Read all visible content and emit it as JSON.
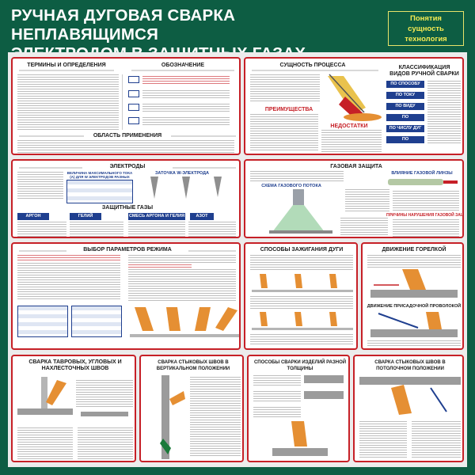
{
  "header": {
    "title_line1": "РУЧНАЯ ДУГОВАЯ СВАРКА НЕПЛАВЯЩИМСЯ",
    "title_line2": "ЭЛЕКТРОДОМ В ЗАЩИТНЫХ ГАЗАХ",
    "tag": [
      "Понятия",
      "сущность",
      "технология"
    ]
  },
  "sections": {
    "terms": "ТЕРМИНЫ И ОПРЕДЕЛЕНИЯ",
    "designation": "ОБОЗНАЧЕНИЕ",
    "scope": "ОБЛАСТЬ ПРИМЕНЕНИЯ",
    "essence": "СУЩНОСТЬ ПРОЦЕССА",
    "advantages": "ПРЕИМУЩЕСТВА",
    "disadvantages": "НЕДОСТАТКИ",
    "classification": "КЛАССИФИКАЦИЯ ВИДОВ РУЧНОЙ СВАРКИ",
    "electrodes": "ЭЛЕКТРОДЫ",
    "shielding_gases": "ЗАЩИТНЫЕ ГАЗЫ",
    "gas_protection": "ГАЗОВАЯ ЗАЩИТА",
    "gas_flow_scheme": "СХЕМА ГАЗОВОГО ПОТОКА",
    "gas_lens_effect": "ВЛИЯНИЕ ГАЗОВОЙ ЛИНЗЫ",
    "gas_violation": "ПРИЧИНЫ НАРУШЕНИЯ ГАЗОВОЙ ЗАЩИТЫ",
    "mode_params": "ВЫБОР ПАРАМЕТРОВ РЕЖИМА",
    "arc_ignition": "СПОСОБЫ ЗАЖИГАНИЯ ДУГИ",
    "torch_movement": "ДВИЖЕНИЕ ГОРЕЛКОЙ",
    "filler_movement": "ДВИЖЕНИЕ ПРИСАДОЧНОЙ ПРОВОЛОКОЙ",
    "tee_welds": "СВАРКА ТАВРОВЫХ, УГЛОВЫХ И НАХЛЕСТОЧНЫХ ШВОВ",
    "vertical_welds": "СВАРКА СТЫКОВЫХ ШВОВ В ВЕРТИКАЛЬНОМ ПОЛОЖЕНИИ",
    "diff_thickness": "СПОСОБЫ СВАРКИ ИЗДЕЛИЙ РАЗНОЙ ТОЛЩИНЫ",
    "overhead_welds": "СВАРКА СТЫКОВЫХ ШВОВ В ПОТОЛОЧНОМ ПОЛОЖЕНИИ"
  },
  "electrode_sub": {
    "diam_label": "ВЕЛИЧИНА МАКСИМАЛЬНОГО ТОКА (А) ДЛЯ W ЭЛЕКТРОДОВ РАЗНЫХ МАРОК",
    "sharpen_label": "ЗАТОЧКА W-ЭЛЕКТРОДА"
  },
  "gases": {
    "argon": "АРГОН",
    "helium": "ГЕЛИЙ",
    "mix": "СМЕСЬ АРГОНА И ГЕЛИЯ",
    "nitrogen": "АЗОТ"
  },
  "classification_items": [
    "ПО СПОСОБУ ЗАЩИТЫ",
    "ПО ТОКУ",
    "ПО ВИДУ ЭЛЕКТРОДА",
    "ПО ПРИМЕНЕНИЮ",
    "ПО ЧИСЛУ ДУГ",
    "ПО ТЕХНИЧЕСКИМ ПРИЗНАКАМ"
  ],
  "colors": {
    "header_bg": "#0d5d43",
    "accent_red": "#c62027",
    "navy": "#1f3f8f",
    "tag_yellow": "#f3ea52"
  }
}
